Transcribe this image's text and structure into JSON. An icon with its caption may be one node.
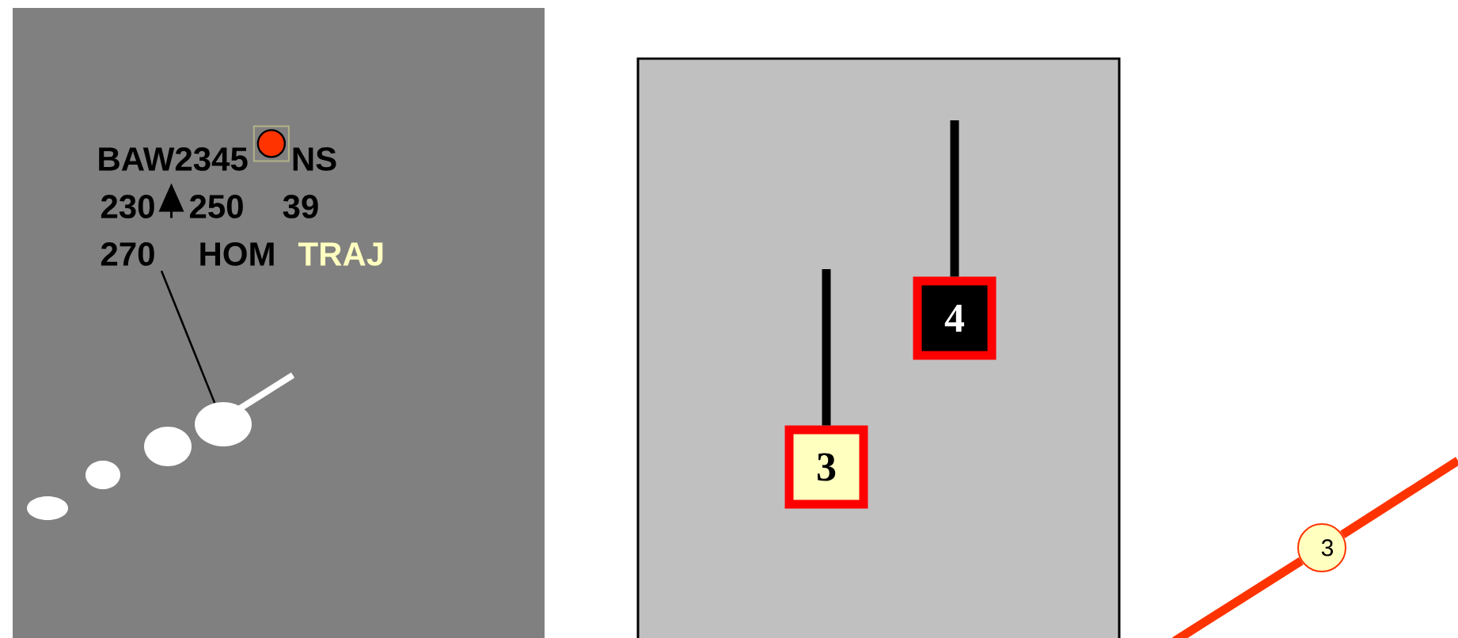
{
  "diagram": {
    "nodes": [
      {
        "text": [
          "BAW2345",
          "NS",
          "230",
          "250",
          "39",
          "270",
          "HOM",
          "TRAJ"
        ]
      },
      {
        "text": [],
        "shape": "circle"
      },
      {
        "text": [
          "3"
        ]
      },
      {
        "text": [
          "4"
        ]
      },
      {
        "text": [
          "3"
        ]
      }
    ],
    "edges": [
      {
        "from": 0,
        "to": 1,
        "arrow": "none"
      },
      {
        "from": null,
        "to": 2,
        "arrow": "none"
      },
      {
        "from": null,
        "to": 3,
        "arrow": "none"
      },
      {
        "from": null,
        "to": 4,
        "arrow": "none",
        "color": "#ff3300"
      },
      {
        "from": 4,
        "to": null,
        "arrow": "none",
        "color": "#ff3300"
      }
    ]
  }
}
